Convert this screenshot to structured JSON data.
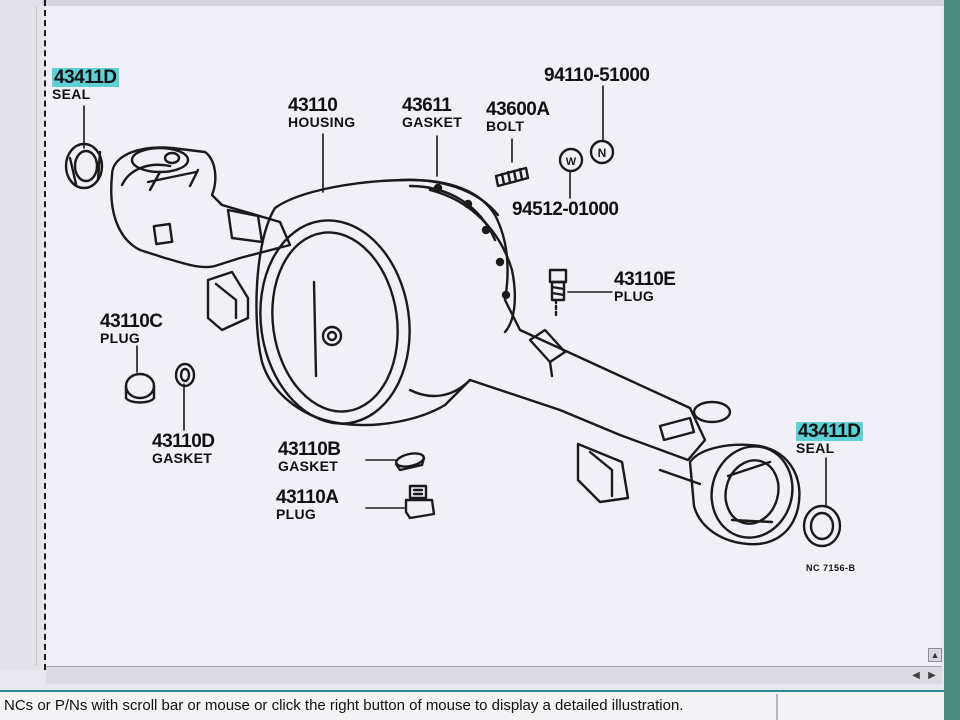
{
  "diagram": {
    "parts": [
      {
        "id": "seal-left",
        "part_number": "43411D",
        "name": "SEAL",
        "highlighted": true
      },
      {
        "id": "housing",
        "part_number": "43110",
        "name": "HOUSING",
        "highlighted": false
      },
      {
        "id": "gasket-top",
        "part_number": "43611",
        "name": "GASKET",
        "highlighted": false
      },
      {
        "id": "bolt",
        "part_number": "43600A",
        "name": "BOLT",
        "highlighted": false
      },
      {
        "id": "nut",
        "part_number": "94110-51000",
        "name": "",
        "highlighted": false
      },
      {
        "id": "washer",
        "part_number": "94512-01000",
        "name": "",
        "highlighted": false
      },
      {
        "id": "plug-e",
        "part_number": "43110E",
        "name": "PLUG",
        "highlighted": false
      },
      {
        "id": "plug-c",
        "part_number": "43110C",
        "name": "PLUG",
        "highlighted": false
      },
      {
        "id": "gasket-d",
        "part_number": "43110D",
        "name": "GASKET",
        "highlighted": false
      },
      {
        "id": "gasket-b",
        "part_number": "43110B",
        "name": "GASKET",
        "highlighted": false
      },
      {
        "id": "plug-a",
        "part_number": "43110A",
        "name": "PLUG",
        "highlighted": false
      },
      {
        "id": "seal-right",
        "part_number": "43411D",
        "name": "SEAL",
        "highlighted": true
      }
    ],
    "drawing_code": "NC 7156-B",
    "nut_symbol": "N",
    "washer_symbol": "W",
    "highlight_color": "#5fd0d6"
  },
  "status_bar": {
    "text": "NCs or P/Ns with scroll bar or mouse or click the right button of mouse to display a detailed illustration."
  },
  "scrollbar": {
    "up_arrow": "▲",
    "left_arrow": "◀",
    "right_arrow": "▶"
  }
}
